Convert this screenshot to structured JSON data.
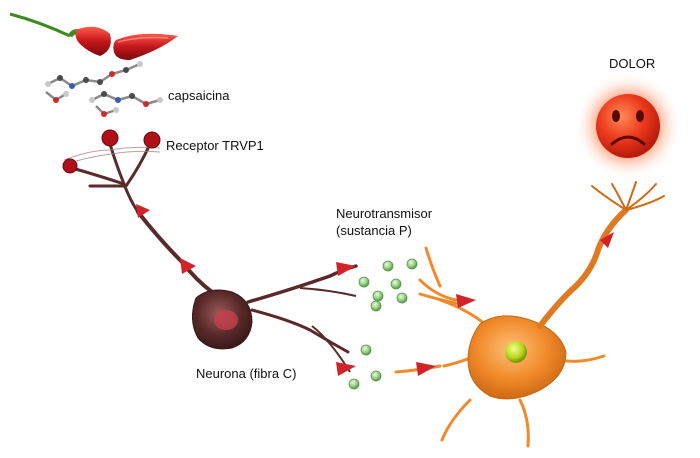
{
  "labels": {
    "capsaicin": "capsaicina",
    "receptor": "Receptor TRVP1",
    "neurotransmitter_line1": "Neurotransmisor",
    "neurotransmitter_line2": "(sustancia P)",
    "neuron": "Neurona (fibra C)",
    "pain": "DOLOR"
  },
  "colors": {
    "chili": "#c4161c",
    "sensory_neuron": "#5a2a2a",
    "receptor": "#b0101a",
    "spinal_neuron": "#f08a2a",
    "nucleus": "#b8d41a",
    "vesicle": "#8ec97a",
    "signal_arrow": "#d2232a",
    "pain_face": "#e8321e"
  },
  "icons": {
    "chili": "chili-pepper-icon",
    "molecule": "molecule-icon",
    "face": "sad-face-icon"
  }
}
